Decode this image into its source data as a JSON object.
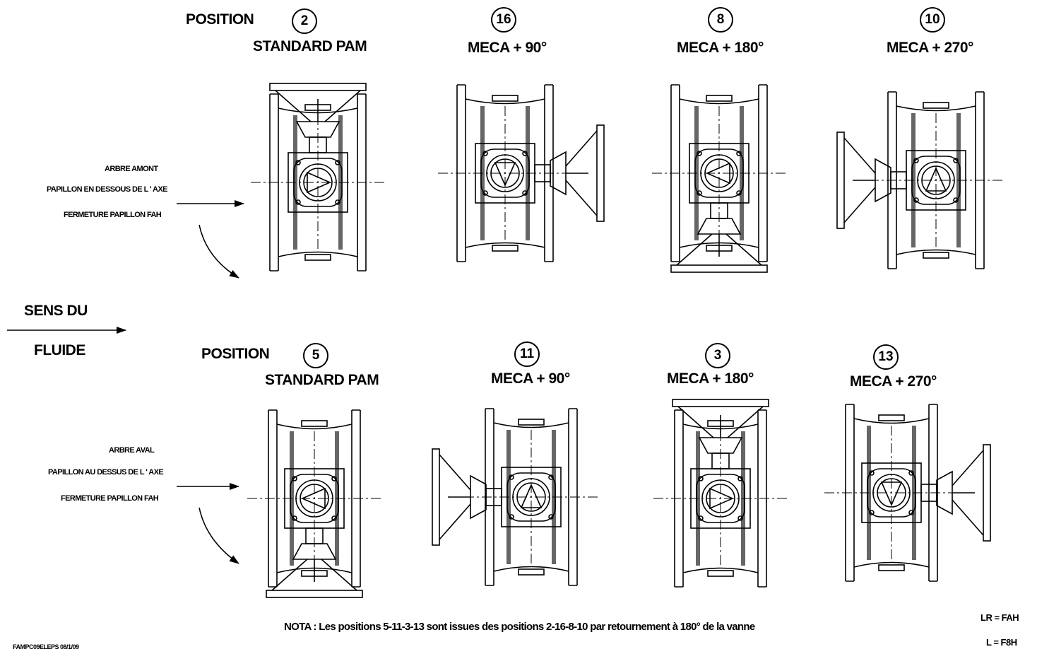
{
  "flow": {
    "line1": "SENS DU",
    "line2": "FLUIDE"
  },
  "rows": [
    {
      "position_word": "POSITION",
      "note_lines": [
        "ARBRE AMONT",
        "PAPILLON EN DESSOUS DE L ' AXE",
        "FERMETURE PAPILLON FAH"
      ],
      "valves": [
        {
          "number": "2",
          "label": "STANDARD  PAM"
        },
        {
          "number": "16",
          "label": "MECA + 90°"
        },
        {
          "number": "8",
          "label": "MECA + 180°"
        },
        {
          "number": "10",
          "label": "MECA + 270°"
        }
      ]
    },
    {
      "position_word": "POSITION",
      "note_lines": [
        "ARBRE AVAL",
        "PAPILLON AU DESSUS DE L ' AXE",
        "FERMETURE PAPILLON FAH"
      ],
      "valves": [
        {
          "number": "5",
          "label": "STANDARD PAM"
        },
        {
          "number": "11",
          "label": "MECA + 90°"
        },
        {
          "number": "3",
          "label": "MECA + 180°"
        },
        {
          "number": "13",
          "label": "MECA + 270°"
        }
      ]
    }
  ],
  "nota": "NOTA : Les positions 5-11-3-13 sont issues des positions 2-16-8-10 par retournement à 180° de la vanne",
  "legend": {
    "lr": "LR = FAH",
    "l": "L = F8H"
  },
  "reference": "FAMPC09ELEPS 08/1/09"
}
